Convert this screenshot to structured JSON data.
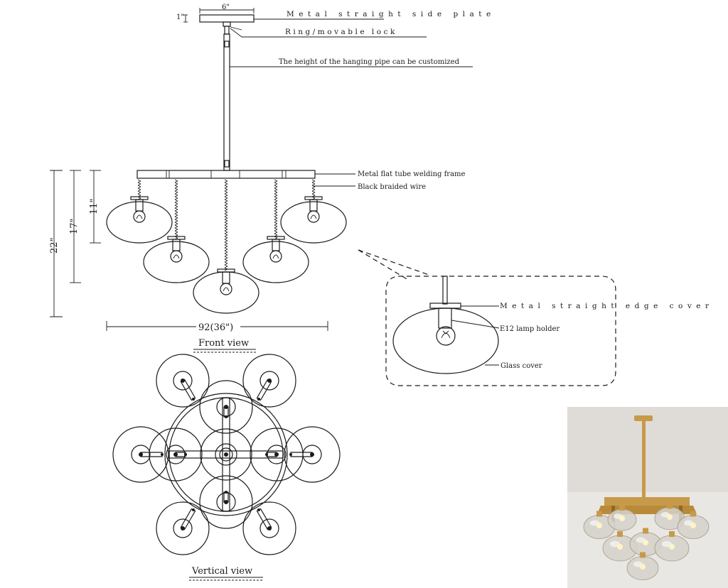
{
  "labels": {
    "side_plate": "Metal straight side plate",
    "ring_lock": "Ring/movable lock",
    "pipe_height": "The height of the hanging pipe can be customized",
    "frame": "Metal flat tube welding frame",
    "wire": "Black braided wire",
    "edge_cover": "Metal straight edge cover",
    "lamp_holder": "E12 lamp holder",
    "glass_cover": "Glass cover"
  },
  "dimensions": {
    "plate_width": "6\"",
    "plate_thickness": "1\"",
    "height_22": "22\"",
    "height_17": "17\"",
    "height_11": "11\"",
    "width": "92(36\")"
  },
  "views": {
    "front": "Front view",
    "vertical": "Vertical view"
  },
  "colors": {
    "line": "#1a1a1a",
    "brass": "#c79a4a",
    "photo_background": "#e9e7e4"
  }
}
